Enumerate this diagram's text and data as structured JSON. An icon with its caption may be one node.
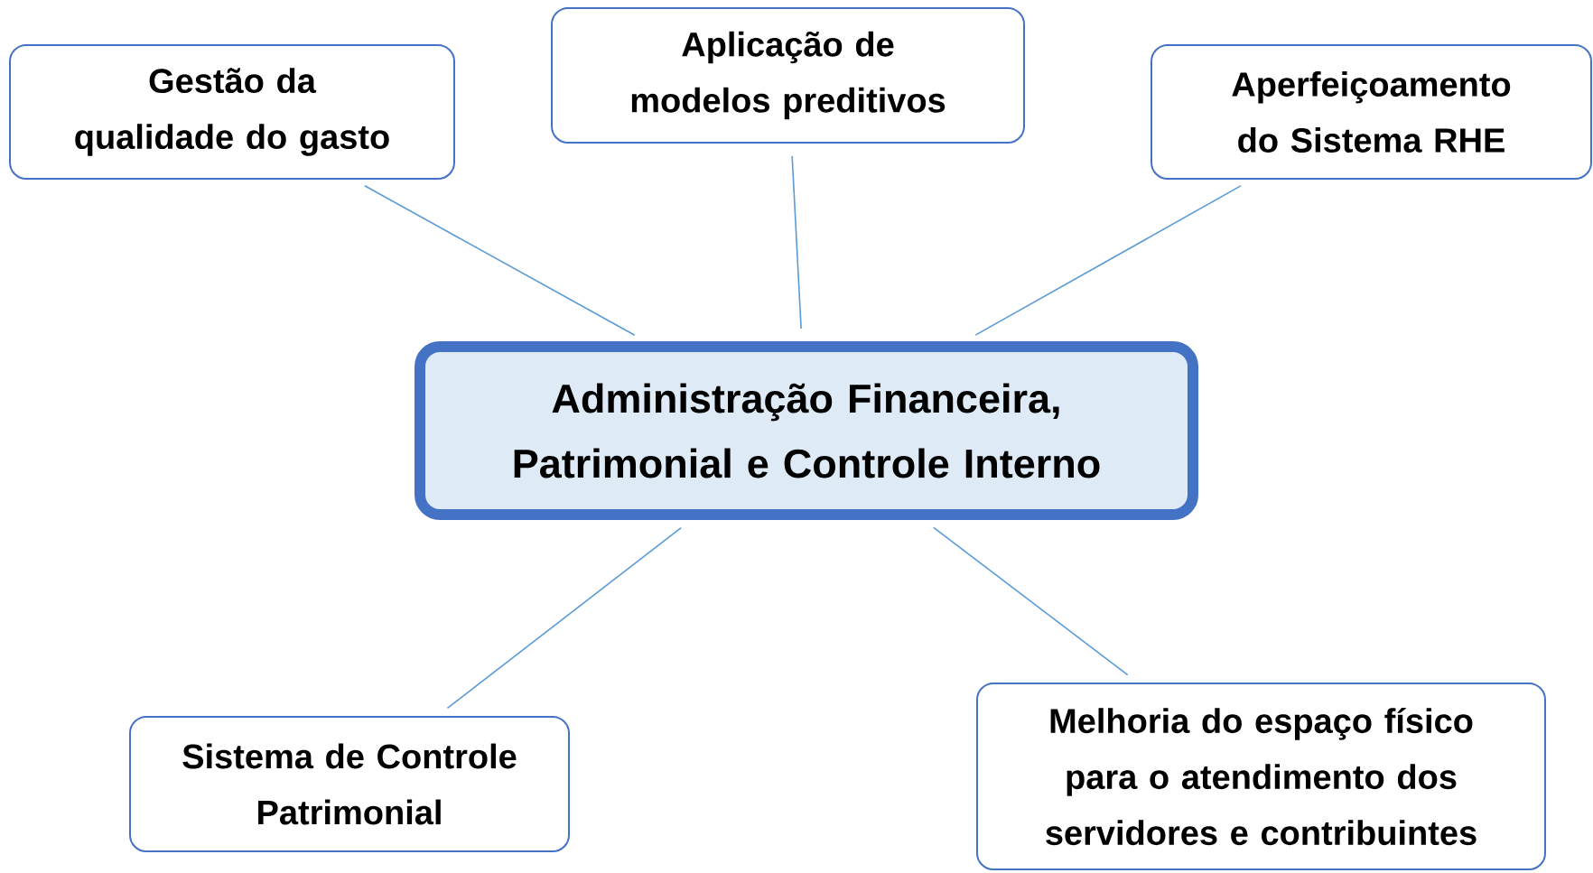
{
  "diagram": {
    "nodes": [
      {
        "text": [
          "Administração Financeira, Patrimonial e Controle Interno"
        ]
      },
      {
        "text": [
          "Gestão da qualidade do gasto"
        ]
      },
      {
        "text": [
          "Aplicação de modelos preditivos"
        ]
      },
      {
        "text": [
          "Aperfeiçoamento do Sistema RHE"
        ]
      },
      {
        "text": [
          "Sistema de Controle Patrimonial"
        ]
      },
      {
        "text": [
          "Melhoria do espaço físico para o atendimento dos servidores e contribuintes"
        ]
      }
    ],
    "edges": [
      {
        "from": 0,
        "to": 1,
        "arrow": "none"
      },
      {
        "from": 0,
        "to": 2,
        "arrow": "none"
      },
      {
        "from": 0,
        "to": 3,
        "arrow": "none"
      },
      {
        "from": 0,
        "to": 4,
        "arrow": "none"
      },
      {
        "from": 0,
        "to": 5,
        "arrow": "none"
      }
    ]
  }
}
